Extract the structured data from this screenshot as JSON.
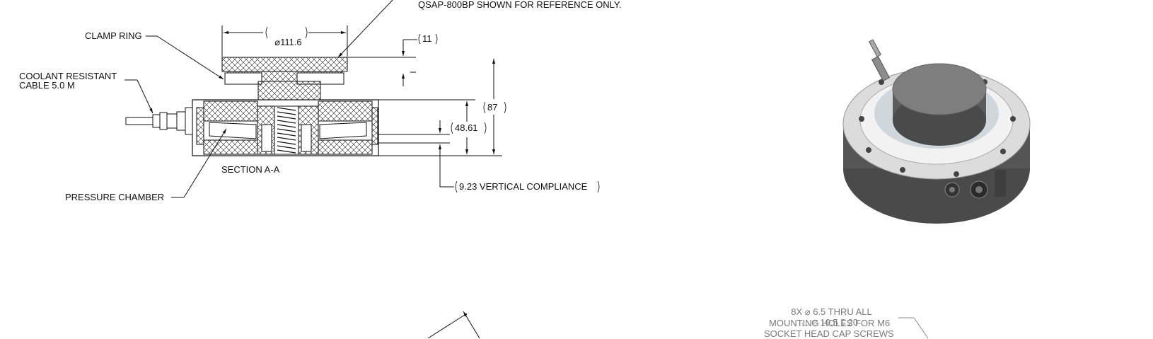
{
  "drawing": {
    "reference_note": "QSAP-800BP SHOWN FOR REFERENCE ONLY.",
    "callouts": {
      "clamp_ring": "CLAMP RING",
      "coolant_line1": "COOLANT RESISTANT",
      "coolant_line2": "CABLE 5.0 M",
      "pressure_chamber": "PRESSURE CHAMBER",
      "section": "SECTION A-A"
    },
    "dimensions": {
      "diameter": "111.6",
      "top": "11",
      "height": "87",
      "mid": "48.61",
      "compliance": "9.23 VERTICAL COMPLIANCE"
    },
    "mounting_note": {
      "line1": "8X  6.5 THRU ALL",
      "line2": "  10.5  20",
      "line3": "MOUNTING HOLES FOR M6",
      "line4": "SOCKET HEAD CAP SCREWS"
    }
  },
  "colors": {
    "line": "#111111",
    "note_gray": "#7a7a7a",
    "body_dark": "#5a5a5a",
    "top_plate": "#7e7e7e",
    "ring_light": "#d6d6d6"
  },
  "icons": [
    "diameter-symbol",
    "counterbore-symbol",
    "depth-symbol"
  ]
}
